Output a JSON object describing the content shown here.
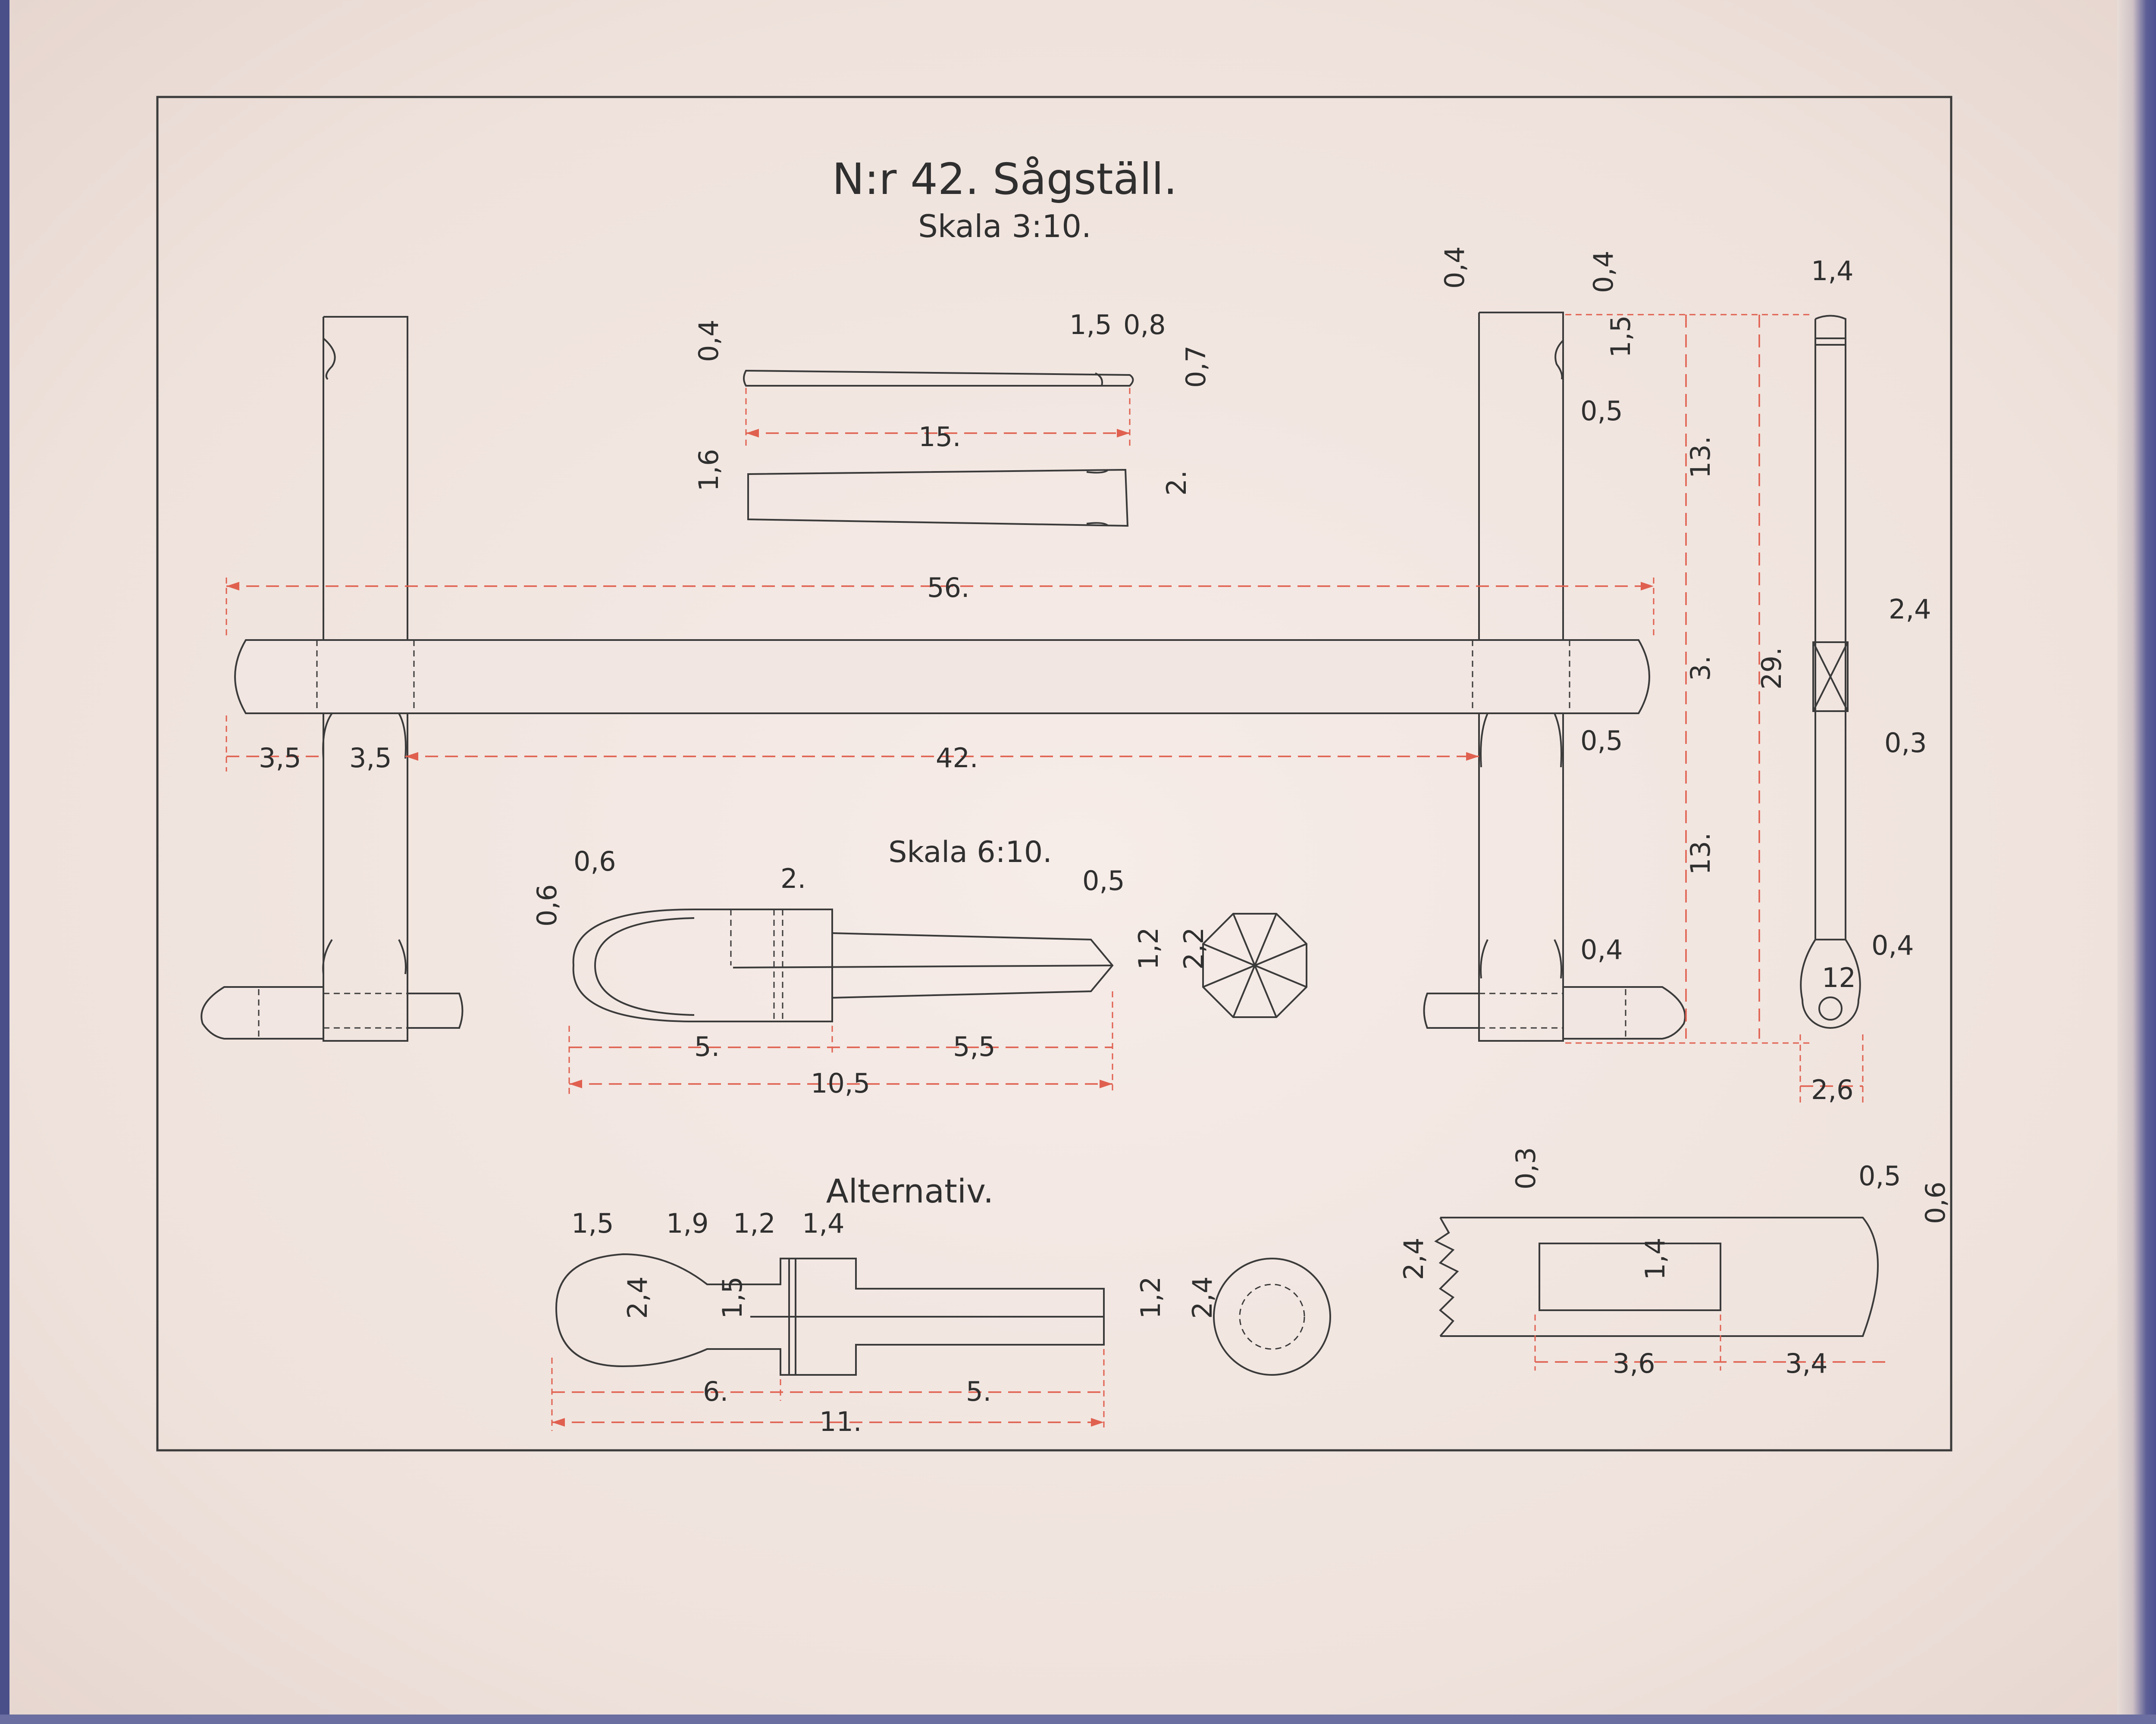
{
  "title": "N:r 42. Sågställ.",
  "scale_main": "Skala 3:10.",
  "scale_detail": "Skala 6:10.",
  "alternative_heading": "Alternativ.",
  "dims": {
    "d_0_4_a": "0,4",
    "d_1_5_a": "1,5",
    "d_0_8": "0,8",
    "d_0_7": "0,7",
    "d_15": "15.",
    "d_1_6": "1,6",
    "d_2_a": "2.",
    "d_56": "56.",
    "d_3_5_a": "3,5",
    "d_3_5_b": "3,5",
    "d_42": "42.",
    "d_0_5_a": "0,5",
    "d_0_4_b": "0,4",
    "d_0_4_c": "0,4",
    "d_1_5_b": "1,5",
    "d_0_5_b": "0,5",
    "d_13_a": "13.",
    "d_3": "3.",
    "d_13_b": "13.",
    "d_29": "29.",
    "d_1_4_a": "1,4",
    "d_2_4_a": "2,4",
    "d_0_3_a": "0,3",
    "d_0_4_d": "0,4",
    "d_12": "12",
    "d_2_6": "2,6",
    "d_0_4_e": "0,4",
    "d_0_6_a": "0,6",
    "d_0_6_b": "0,6",
    "d_2_b": "2.",
    "d_0_5_c": "0,5",
    "d_1_2_a": "1,2",
    "d_2_2": "2,2",
    "d_5_a": "5.",
    "d_5_5": "5,5",
    "d_10_5": "10,5",
    "d_1_5_c": "1,5",
    "d_1_9": "1,9",
    "d_1_2_b": "1,2",
    "d_1_4_b": "1,4",
    "d_2_4_b": "2,4",
    "d_1_5_d": "1,5",
    "d_1_2_c": "1,2",
    "d_2_4_c": "2,4",
    "d_6": "6.",
    "d_5_b": "5.",
    "d_11": "11.",
    "d_0_3_b": "0,3",
    "d_0_5_d": "0,5",
    "d_0_6_c": "0,6",
    "d_2_4_d": "2,4",
    "d_1_4_c": "1,4",
    "d_3_6": "3,6",
    "d_3_4": "3,4"
  }
}
